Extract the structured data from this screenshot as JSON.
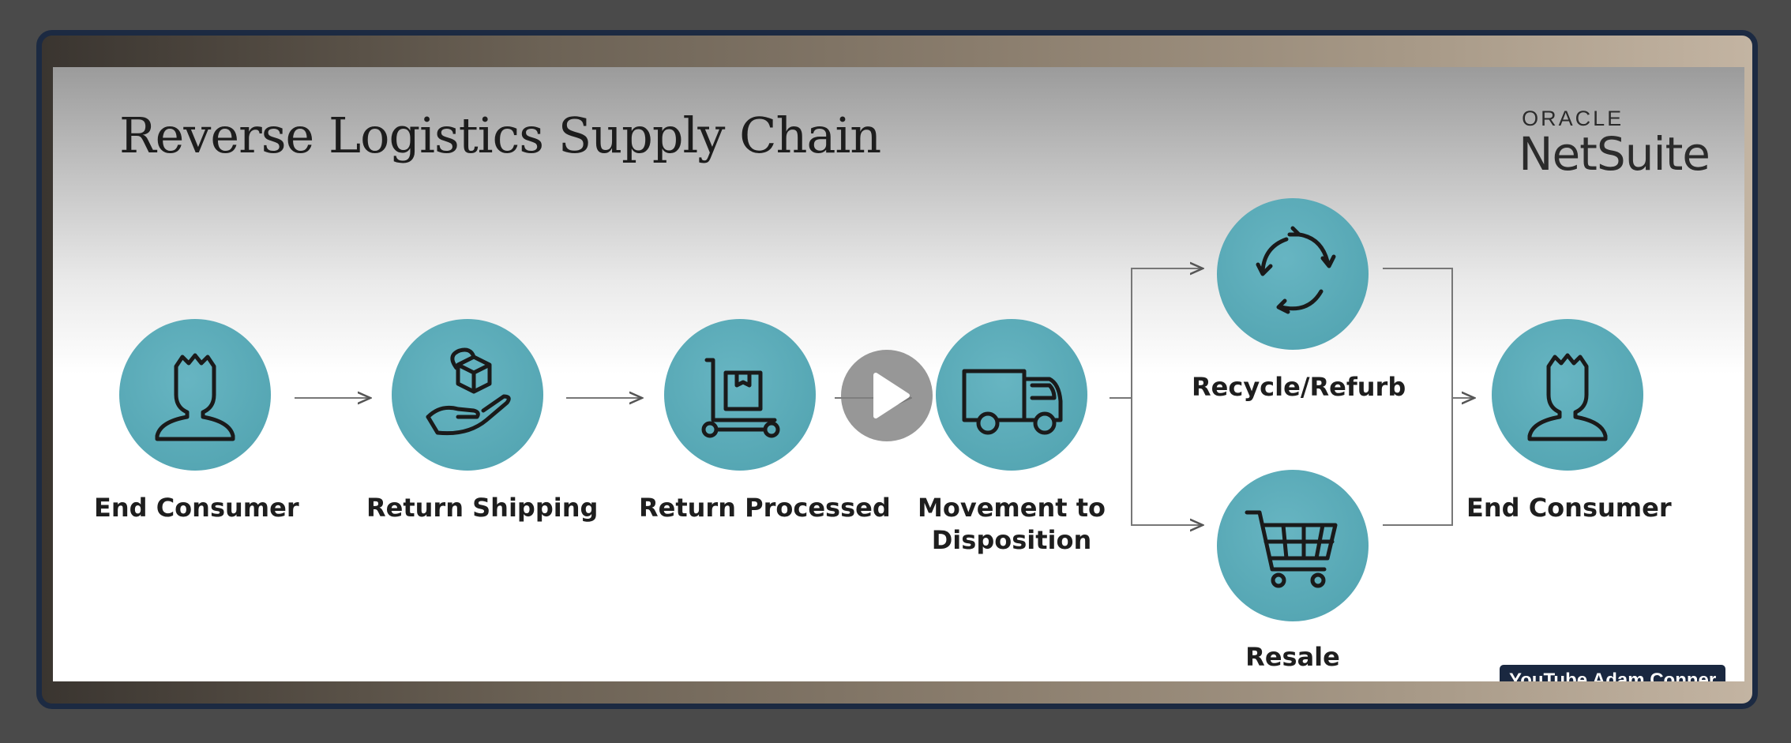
{
  "slide": {
    "title": "Reverse Logistics Supply Chain",
    "brand_top": "ORACLE",
    "brand_bottom": "NetSuite"
  },
  "nodes": {
    "end_consumer_1": {
      "label": "End Consumer",
      "icon": "person-icon"
    },
    "return_shipping": {
      "label": "Return Shipping",
      "icon": "hand-box-icon"
    },
    "return_processed": {
      "label": "Return Processed",
      "icon": "hand-truck-icon"
    },
    "movement": {
      "label_line1": "Movement to",
      "label_line2": "Disposition",
      "icon": "truck-icon"
    },
    "recycle": {
      "label": "Recycle/Refurb",
      "icon": "recycle-icon"
    },
    "resale": {
      "label": "Resale",
      "icon": "shopping-cart-icon"
    },
    "end_consumer_2": {
      "label": "End Consumer",
      "icon": "person-icon"
    }
  },
  "player": {
    "watermark": "YouTube Adam Conner",
    "play_icon": "play-icon"
  },
  "colors": {
    "circle": "#5aaab7",
    "frame": "#1c2a42",
    "icon_stroke": "#1a1a1a"
  }
}
